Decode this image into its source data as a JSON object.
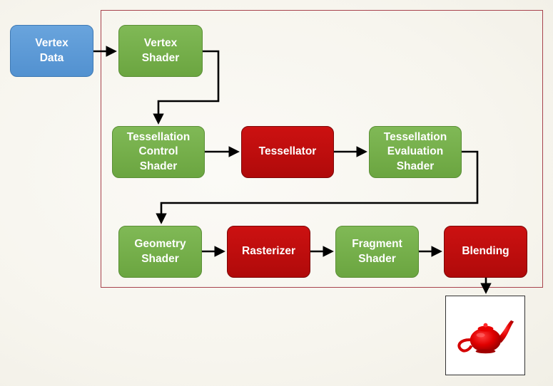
{
  "nodes": {
    "vertex_data": "Vertex\nData",
    "vertex_shader": "Vertex\nShader",
    "tess_control": "Tessellation\nControl\nShader",
    "tessellator": "Tessellator",
    "tess_eval": "Tessellation\nEvaluation\nShader",
    "geometry_shader": "Geometry\nShader",
    "rasterizer": "Rasterizer",
    "fragment_shader": "Fragment\nShader",
    "blending": "Blending"
  },
  "colors": {
    "programmable_stage": "#6ba540",
    "fixed_function_stage": "#b00a0a",
    "input_data": "#5291d0",
    "pipeline_frame": "#a8434d"
  },
  "output_icon": "teapot-icon"
}
